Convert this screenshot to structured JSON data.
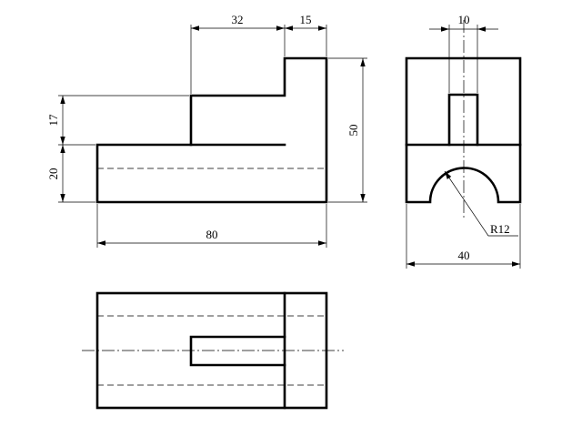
{
  "dimensions": {
    "front_width": "32",
    "front_step": "15",
    "front_height_upper": "17",
    "front_height_lower": "20",
    "front_total_height": "50",
    "front_length": "80",
    "side_slot_width": "10",
    "side_arc_radius": "R12",
    "side_width": "40"
  }
}
